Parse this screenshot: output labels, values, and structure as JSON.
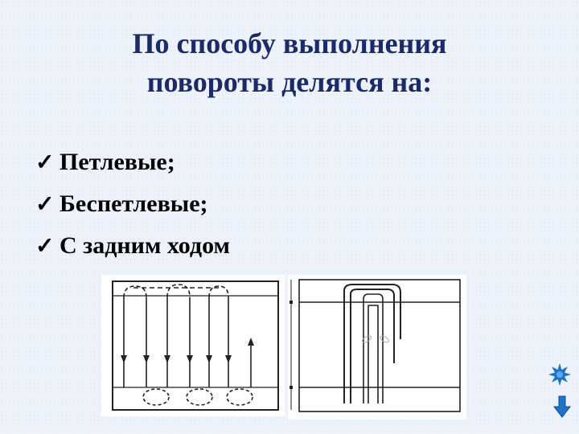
{
  "slide": {
    "title_line1": "По способу выполнения",
    "title_line2": "повороты делятся на:",
    "bullets": [
      {
        "check": "✓",
        "text": "Петлевые;"
      },
      {
        "check": "✓",
        "text": "Беспетлевые;"
      },
      {
        "check": "✓",
        "text": "С задним ходом"
      }
    ]
  },
  "colors": {
    "title": "#1a2a6b",
    "background": "#eef3fb",
    "nav_icon": "#1e73c8"
  },
  "icons": {
    "star": "sun-star-icon",
    "down": "arrow-down-icon"
  }
}
